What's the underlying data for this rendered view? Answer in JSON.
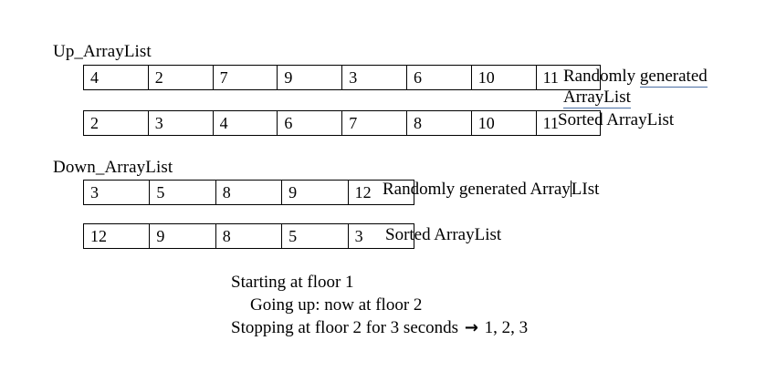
{
  "document": {
    "background": "#ffffff",
    "text_color": "#000000",
    "underline_color": "#4a6fa5"
  },
  "up_section": {
    "title": "Up_ArrayList",
    "random": {
      "caption_prefix": "Randomly ",
      "caption_underlined": "generated ArrayList",
      "values": [
        "4",
        "2",
        "7",
        "9",
        "3",
        "6",
        "10",
        "11"
      ]
    },
    "sorted": {
      "caption": "Sorted ArrayList",
      "values": [
        "2",
        "3",
        "4",
        "6",
        "7",
        "8",
        "10",
        "11"
      ]
    }
  },
  "down_section": {
    "title": "Down_ArrayList",
    "random": {
      "caption_before_caret": "Randomly generated Array",
      "caption_after_caret": "LIst",
      "values": [
        "3",
        "5",
        "8",
        "9",
        "12"
      ]
    },
    "sorted": {
      "caption": "Sorted ArrayList",
      "values": [
        "12",
        "9",
        "8",
        "5",
        "3"
      ]
    }
  },
  "log": {
    "lines": [
      {
        "text": "Starting at floor 1",
        "indented": false
      },
      {
        "text": "Going up: now at floor 2",
        "indented": true
      },
      {
        "text": "Stopping at floor 2 for 3 seconds ",
        "indented": false
      }
    ],
    "arrow": "→",
    "arrow_suffix": " 1, 2, 3"
  }
}
